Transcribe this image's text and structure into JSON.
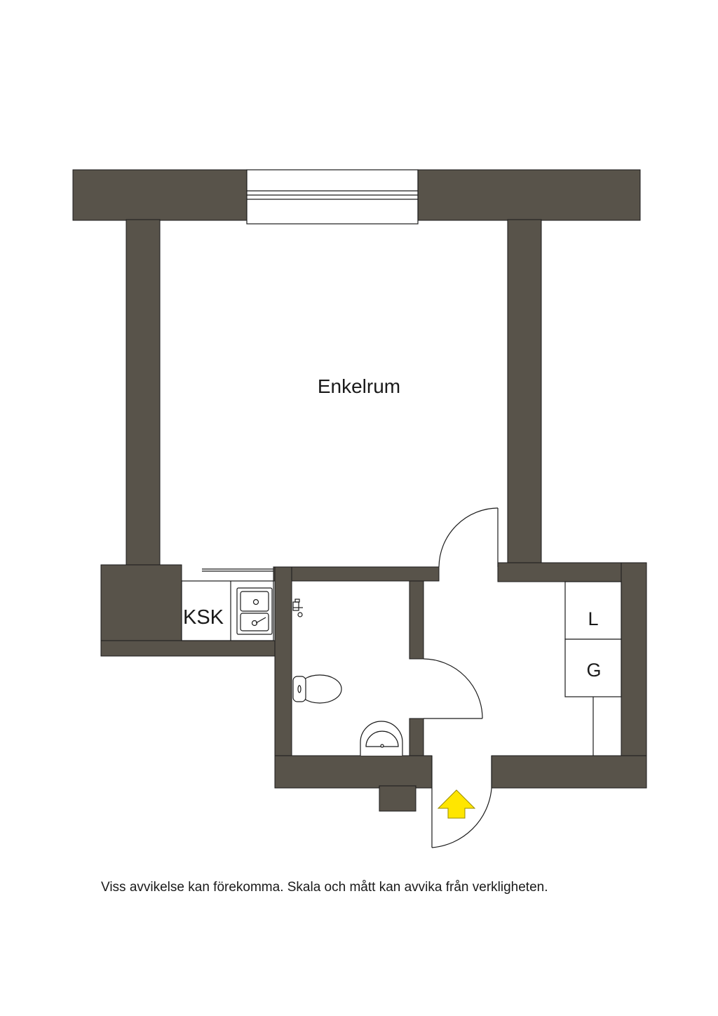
{
  "plan": {
    "rooms": {
      "main_room": "Enkelrum",
      "kitchenette": "KSK",
      "linen_closet": "L",
      "wardrobe": "G"
    },
    "entrance_marker": "entrance-arrow-icon",
    "colors": {
      "wall": "#58534a",
      "entrance_arrow": "#ffe600",
      "line": "#1a1a1a",
      "background": "#ffffff"
    }
  },
  "disclaimer": "Viss avvikelse kan förekomma. Skala och mått kan avvika från verkligheten."
}
